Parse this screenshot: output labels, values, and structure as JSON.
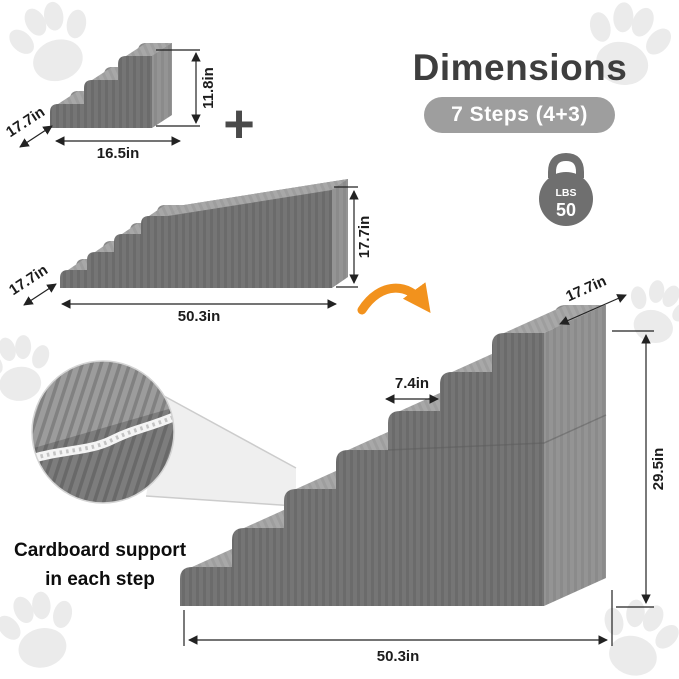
{
  "header": {
    "title": "Dimensions",
    "badge": "7 Steps (4+3)"
  },
  "plus_sign": "+",
  "weight": {
    "unit": "LBS",
    "value": "50"
  },
  "small_stair": {
    "height": "11.8in",
    "depth": "17.7in",
    "length": "16.5in"
  },
  "ramp_stair": {
    "height": "17.7in",
    "depth": "17.7in",
    "length": "50.3in"
  },
  "assembled_stair": {
    "depth": "17.7in",
    "step_depth": "7.4in",
    "height": "29.5in",
    "length": "50.3in"
  },
  "callout": {
    "line1": "Cardboard support",
    "line2": "in each step"
  },
  "colors": {
    "arrow_orange": "#F2921D",
    "badge_bg": "#9E9E9E",
    "foam_gray": "#747474",
    "dimension_line": "#222222"
  }
}
